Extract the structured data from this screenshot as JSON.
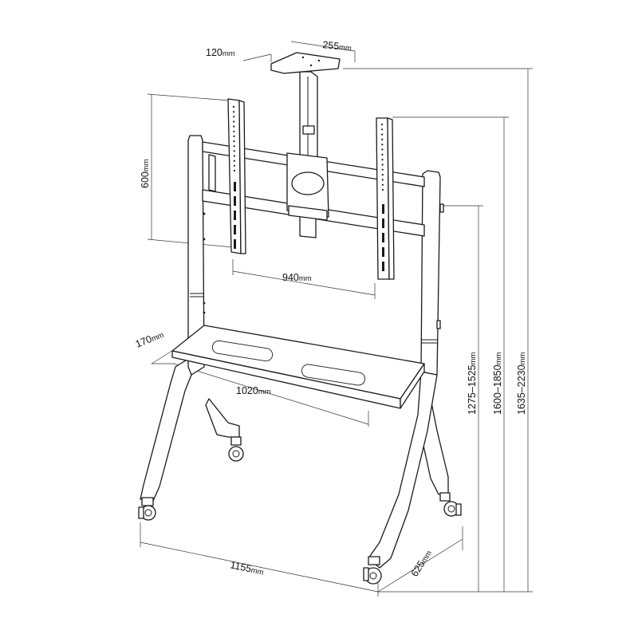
{
  "dimensions": {
    "bracket_depth": "120",
    "bracket_width": "255",
    "vesa_height": "600",
    "vesa_width": "940",
    "shelf_depth": "170",
    "shelf_width": "1020",
    "base_width": "1155",
    "base_depth": "625",
    "height_low": "1275–1525",
    "height_mid": "1600–1850",
    "height_total": "1635–2230",
    "unit": "mm"
  },
  "colors": {
    "line": "#1a1a1a",
    "background": "#ffffff"
  }
}
